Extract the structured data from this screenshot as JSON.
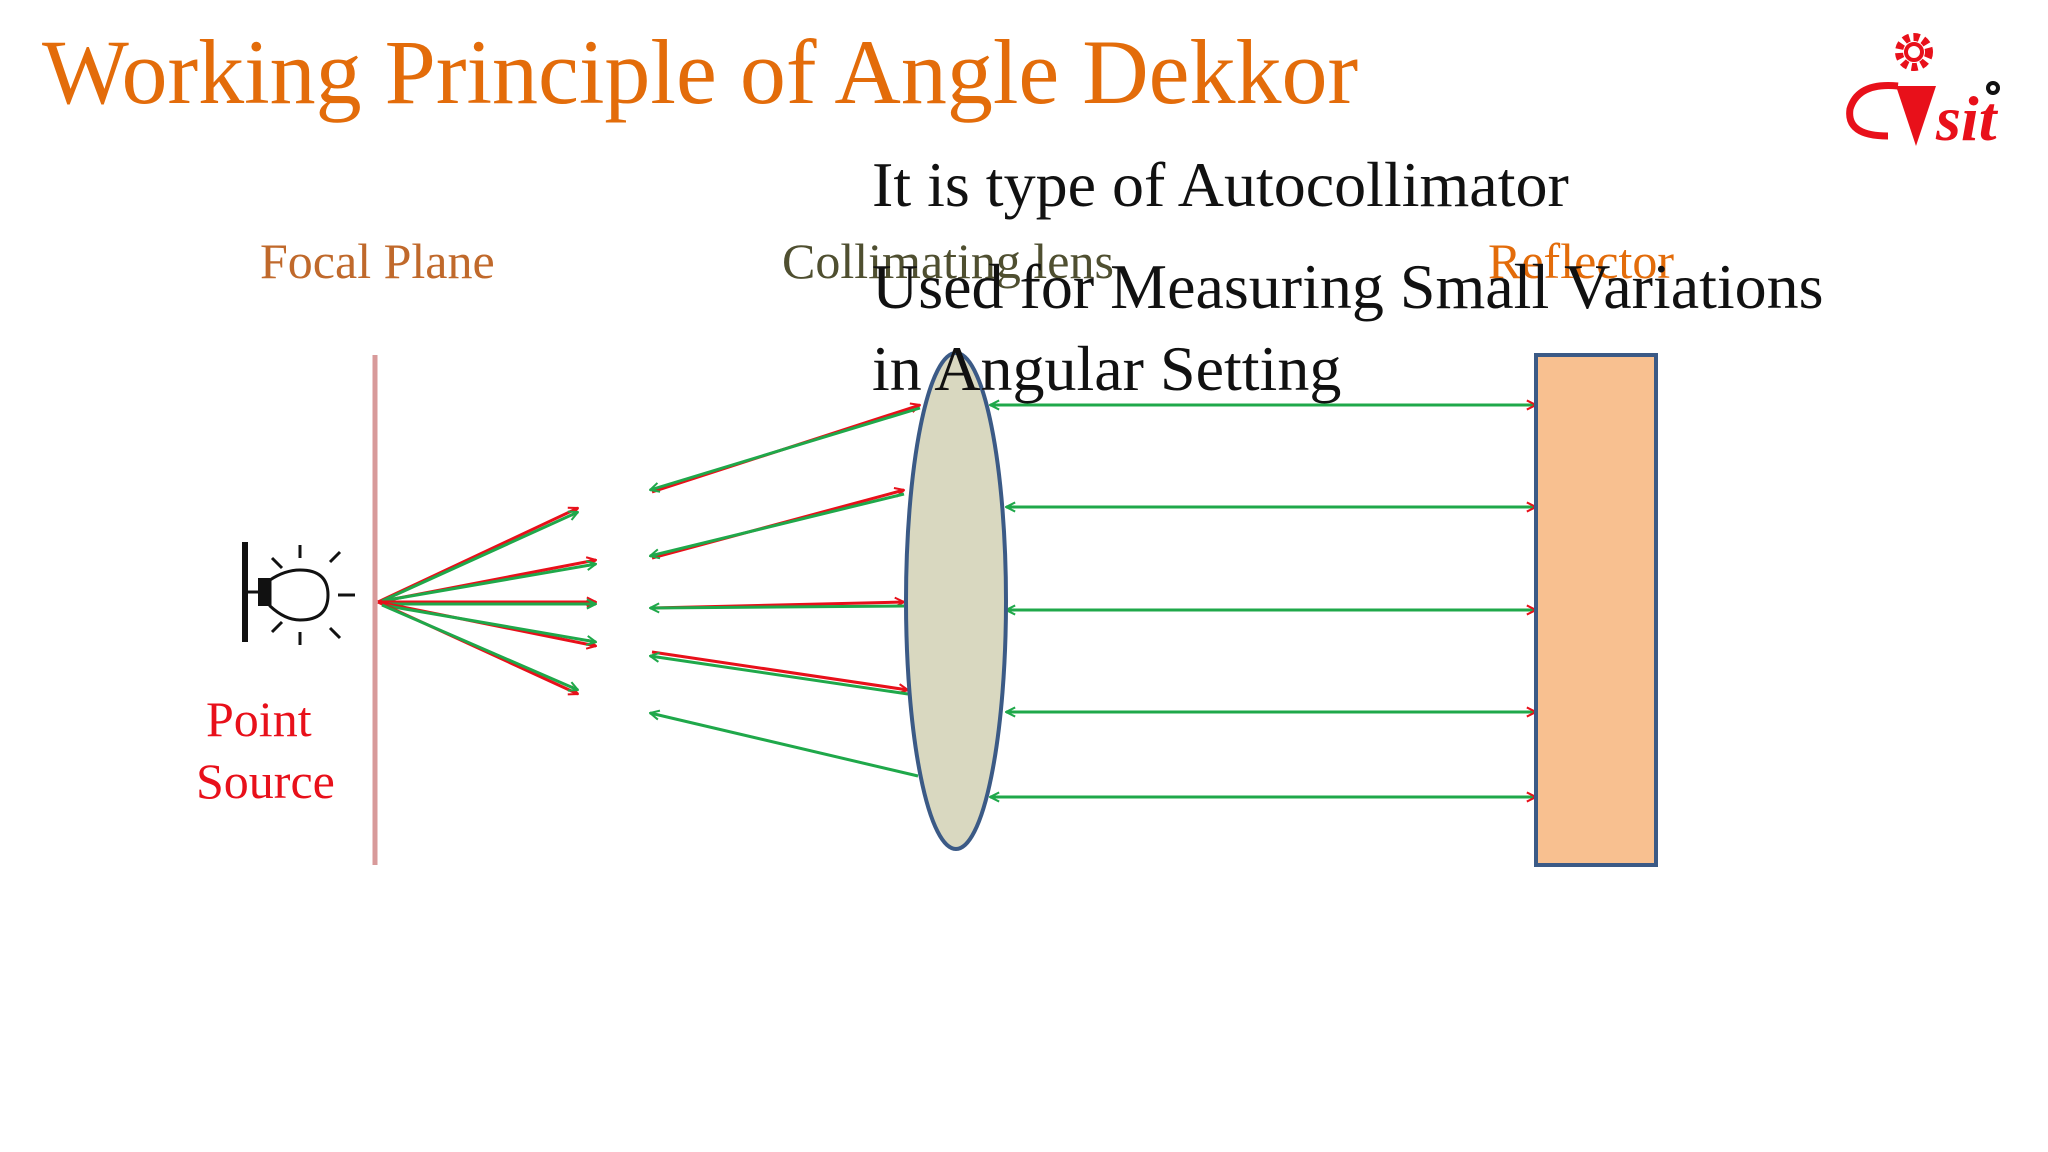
{
  "slide": {
    "title": "Working Principle of Angle Dekkor",
    "bullets": [
      "It is type of Autocollimator",
      "Used for Measuring Small Variations",
      "in Angular Setting"
    ]
  },
  "diagram": {
    "labels": {
      "focal_plane": "Focal Plane",
      "collimating_lens": "Collimating lens",
      "reflector": "Reflector",
      "point_source_line1": "Point",
      "point_source_line2": "Source"
    }
  },
  "logo": {
    "text": "sit"
  },
  "colors": {
    "title": "#E36C0A",
    "incident_ray": "#E8101A",
    "reflected_ray": "#1FA84A",
    "focal_plane": "#D89A9A",
    "lens_fill": "#D9D8C0",
    "lens_stroke": "#3B5A86",
    "reflector_fill": "#F8C090",
    "reflector_stroke": "#3B5A86"
  },
  "icons": [
    "light-bulb-icon",
    "isit-logo"
  ]
}
